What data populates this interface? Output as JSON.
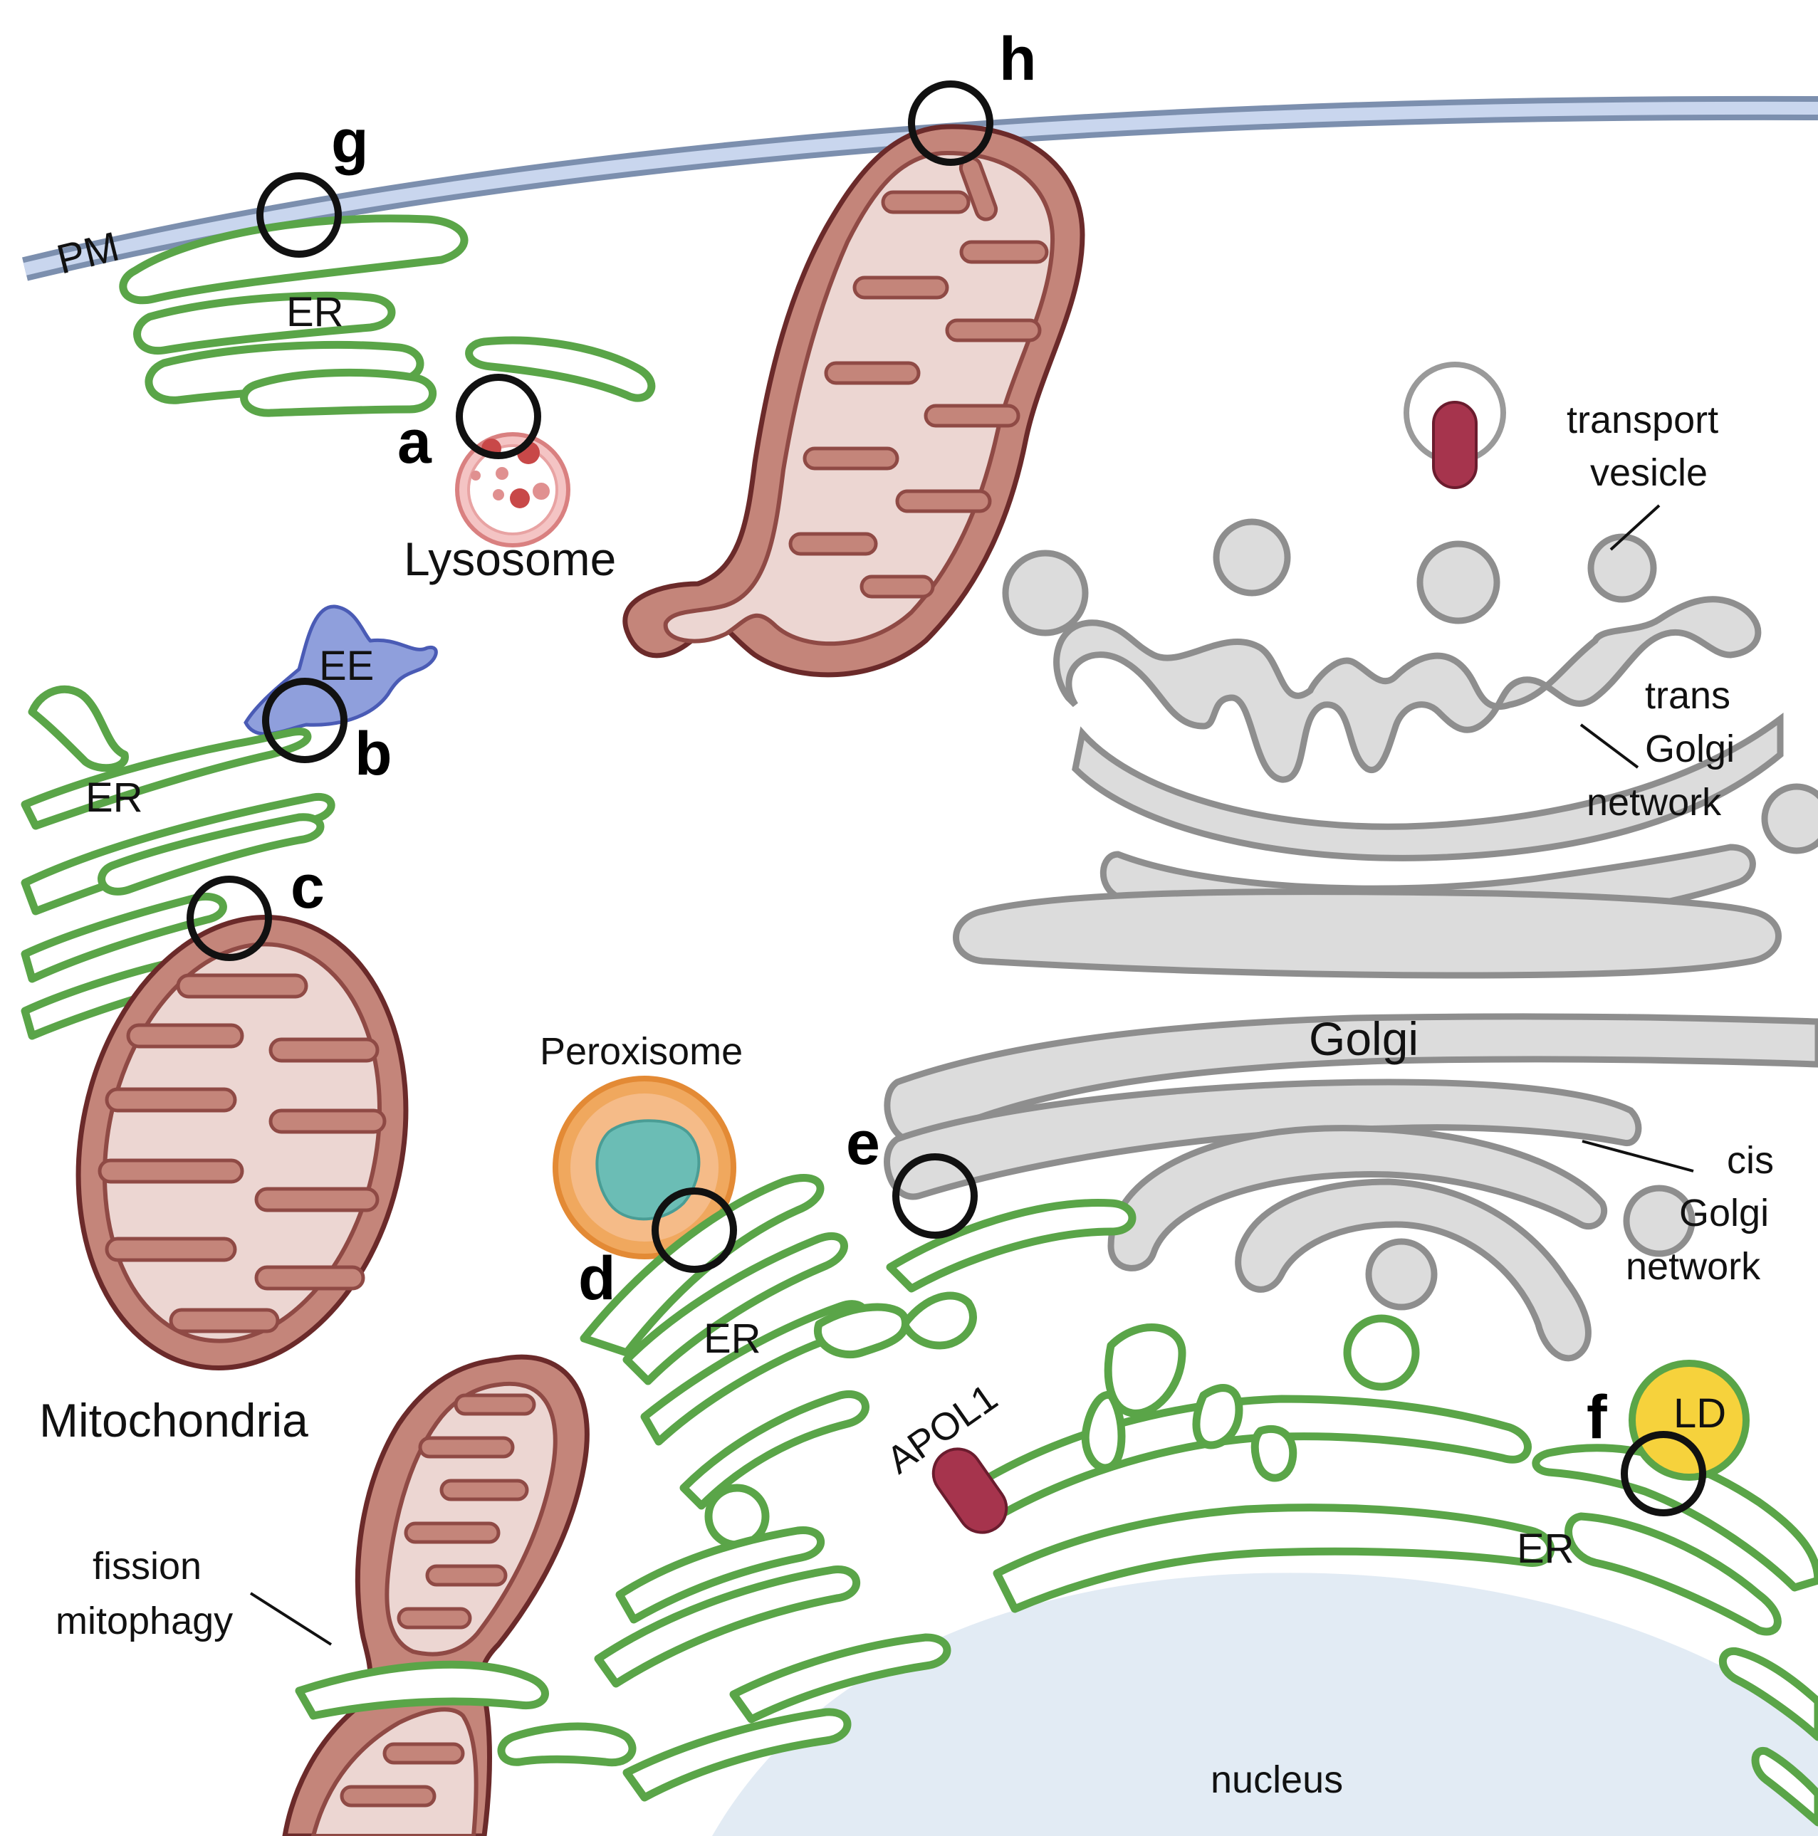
{
  "labels": {
    "pm": "PM",
    "er_top": "ER",
    "er_left": "ER",
    "er_mid": "ER",
    "er_right": "ER",
    "lysosome": "Lysosome",
    "ee": "EE",
    "mitochondria": "Mitochondria",
    "peroxisome": "Peroxisome",
    "golgi": "Golgi",
    "transport_vesicle_1": "transport",
    "transport_vesicle_2": "vesicle",
    "trans_golgi_1": "trans",
    "trans_golgi_2": "Golgi",
    "trans_golgi_3": "network",
    "cis_golgi_1": "cis",
    "cis_golgi_2": "Golgi",
    "cis_golgi_3": "network",
    "apol1": "APOL1",
    "ld": "LD",
    "fission_1": "fission",
    "fission_2": "mitophagy",
    "nucleus": "nucleus"
  },
  "contact_sites": {
    "a": "a",
    "b": "b",
    "c": "c",
    "d": "d",
    "e": "e",
    "f": "f",
    "g": "g",
    "h": "h"
  },
  "colors": {
    "plasma_membrane": "#9fb4d6",
    "er": "#5aa548",
    "mitochondria": "#c4857a",
    "golgi": "#dcdcdc",
    "lysosome": "#e8a3a3",
    "early_endosome": "#8f9fdc",
    "peroxisome": "#f2b27a",
    "peroxisome_core": "#6bbdb5",
    "lipid_droplet": "#f6d23c",
    "apol1": "#a6344d",
    "nucleus": "#e2ebf4"
  }
}
